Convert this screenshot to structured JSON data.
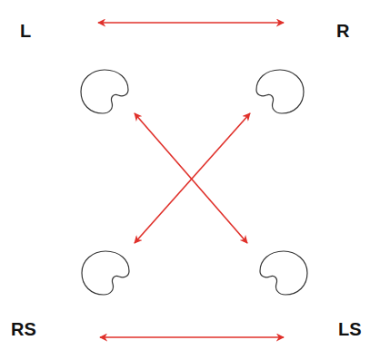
{
  "diagram": {
    "nodes": [
      {
        "text": [
          "L"
        ]
      },
      {
        "text": [
          "R"
        ]
      },
      {
        "text": [
          "RS"
        ]
      },
      {
        "text": [
          "LS"
        ]
      }
    ],
    "edges": [
      {
        "from": 0,
        "to": 1,
        "arrow": "both"
      },
      {
        "from": 0,
        "to": 3,
        "arrow": "both"
      },
      {
        "from": 1,
        "to": 2,
        "arrow": "both"
      },
      {
        "from": 2,
        "to": 3,
        "arrow": "both"
      }
    ]
  }
}
